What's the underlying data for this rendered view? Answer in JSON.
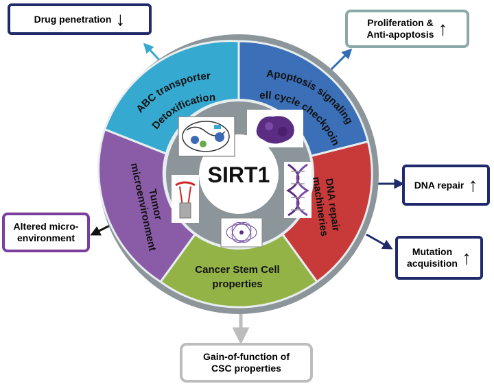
{
  "center_label": "SIRT1",
  "segments": {
    "abc": {
      "line1": "ABC transporter",
      "line2": "Detoxification",
      "color": "#35a9cf"
    },
    "apoptosis": {
      "line1": "Apoptosis signaling",
      "line2": "Cell cycle checkpoint",
      "color": "#3b6fb7"
    },
    "dna": {
      "line1": "DNA repair",
      "line2": "machineries",
      "color": "#c83a3a"
    },
    "csc": {
      "line1": "Cancer Stem Cell",
      "line2": "properties",
      "color": "#93b347"
    },
    "tumor": {
      "line1": "Tumor",
      "line2": "microenvironment",
      "color": "#8a5ca8"
    }
  },
  "outcomes": {
    "drug": {
      "text": "Drug penetration",
      "arrow": "↓"
    },
    "prolif": {
      "line1": "Proliferation &",
      "line2": "Anti-apoptosis",
      "arrow": "↑"
    },
    "dnarepair": {
      "text": "DNA repair",
      "arrow": "↑"
    },
    "mutation": {
      "line1": "Mutation",
      "line2": "acquisition",
      "arrow": "↑"
    },
    "altered": {
      "line1": "Altered micro-",
      "line2": "environment"
    },
    "gain": {
      "line1": "Gain-of-function of",
      "line2": "CSC properties"
    }
  },
  "colors": {
    "ring": "#8c9599",
    "navy": "#1f2a6b",
    "teal": "#8aa9a7",
    "purple": "#7a3f9c",
    "gray": "#bcbcbc"
  }
}
